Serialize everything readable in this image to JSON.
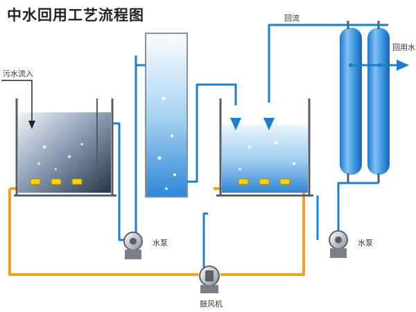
{
  "title": "中水回用工艺流程图",
  "labels": {
    "inflow": "污水流入",
    "reflux": "回流",
    "reuse_water": "回用水",
    "pump_1": "水泵",
    "pump_2": "水泵",
    "blower": "鼓风机"
  },
  "colors": {
    "water_pipe": "#1a7fd0",
    "air_pipe": "#f2a31a",
    "arrow": "#1a7fd0",
    "aerator": "#ffd400",
    "tank_water_top": "#e3f1fb",
    "tank_water_bottom": "#3d8fd8",
    "raw_water_dark": "#3b4a5e"
  },
  "icons": [
    "inflow-arrow-icon",
    "pump-icon",
    "blower-icon",
    "outflow-arrow-icon"
  ]
}
